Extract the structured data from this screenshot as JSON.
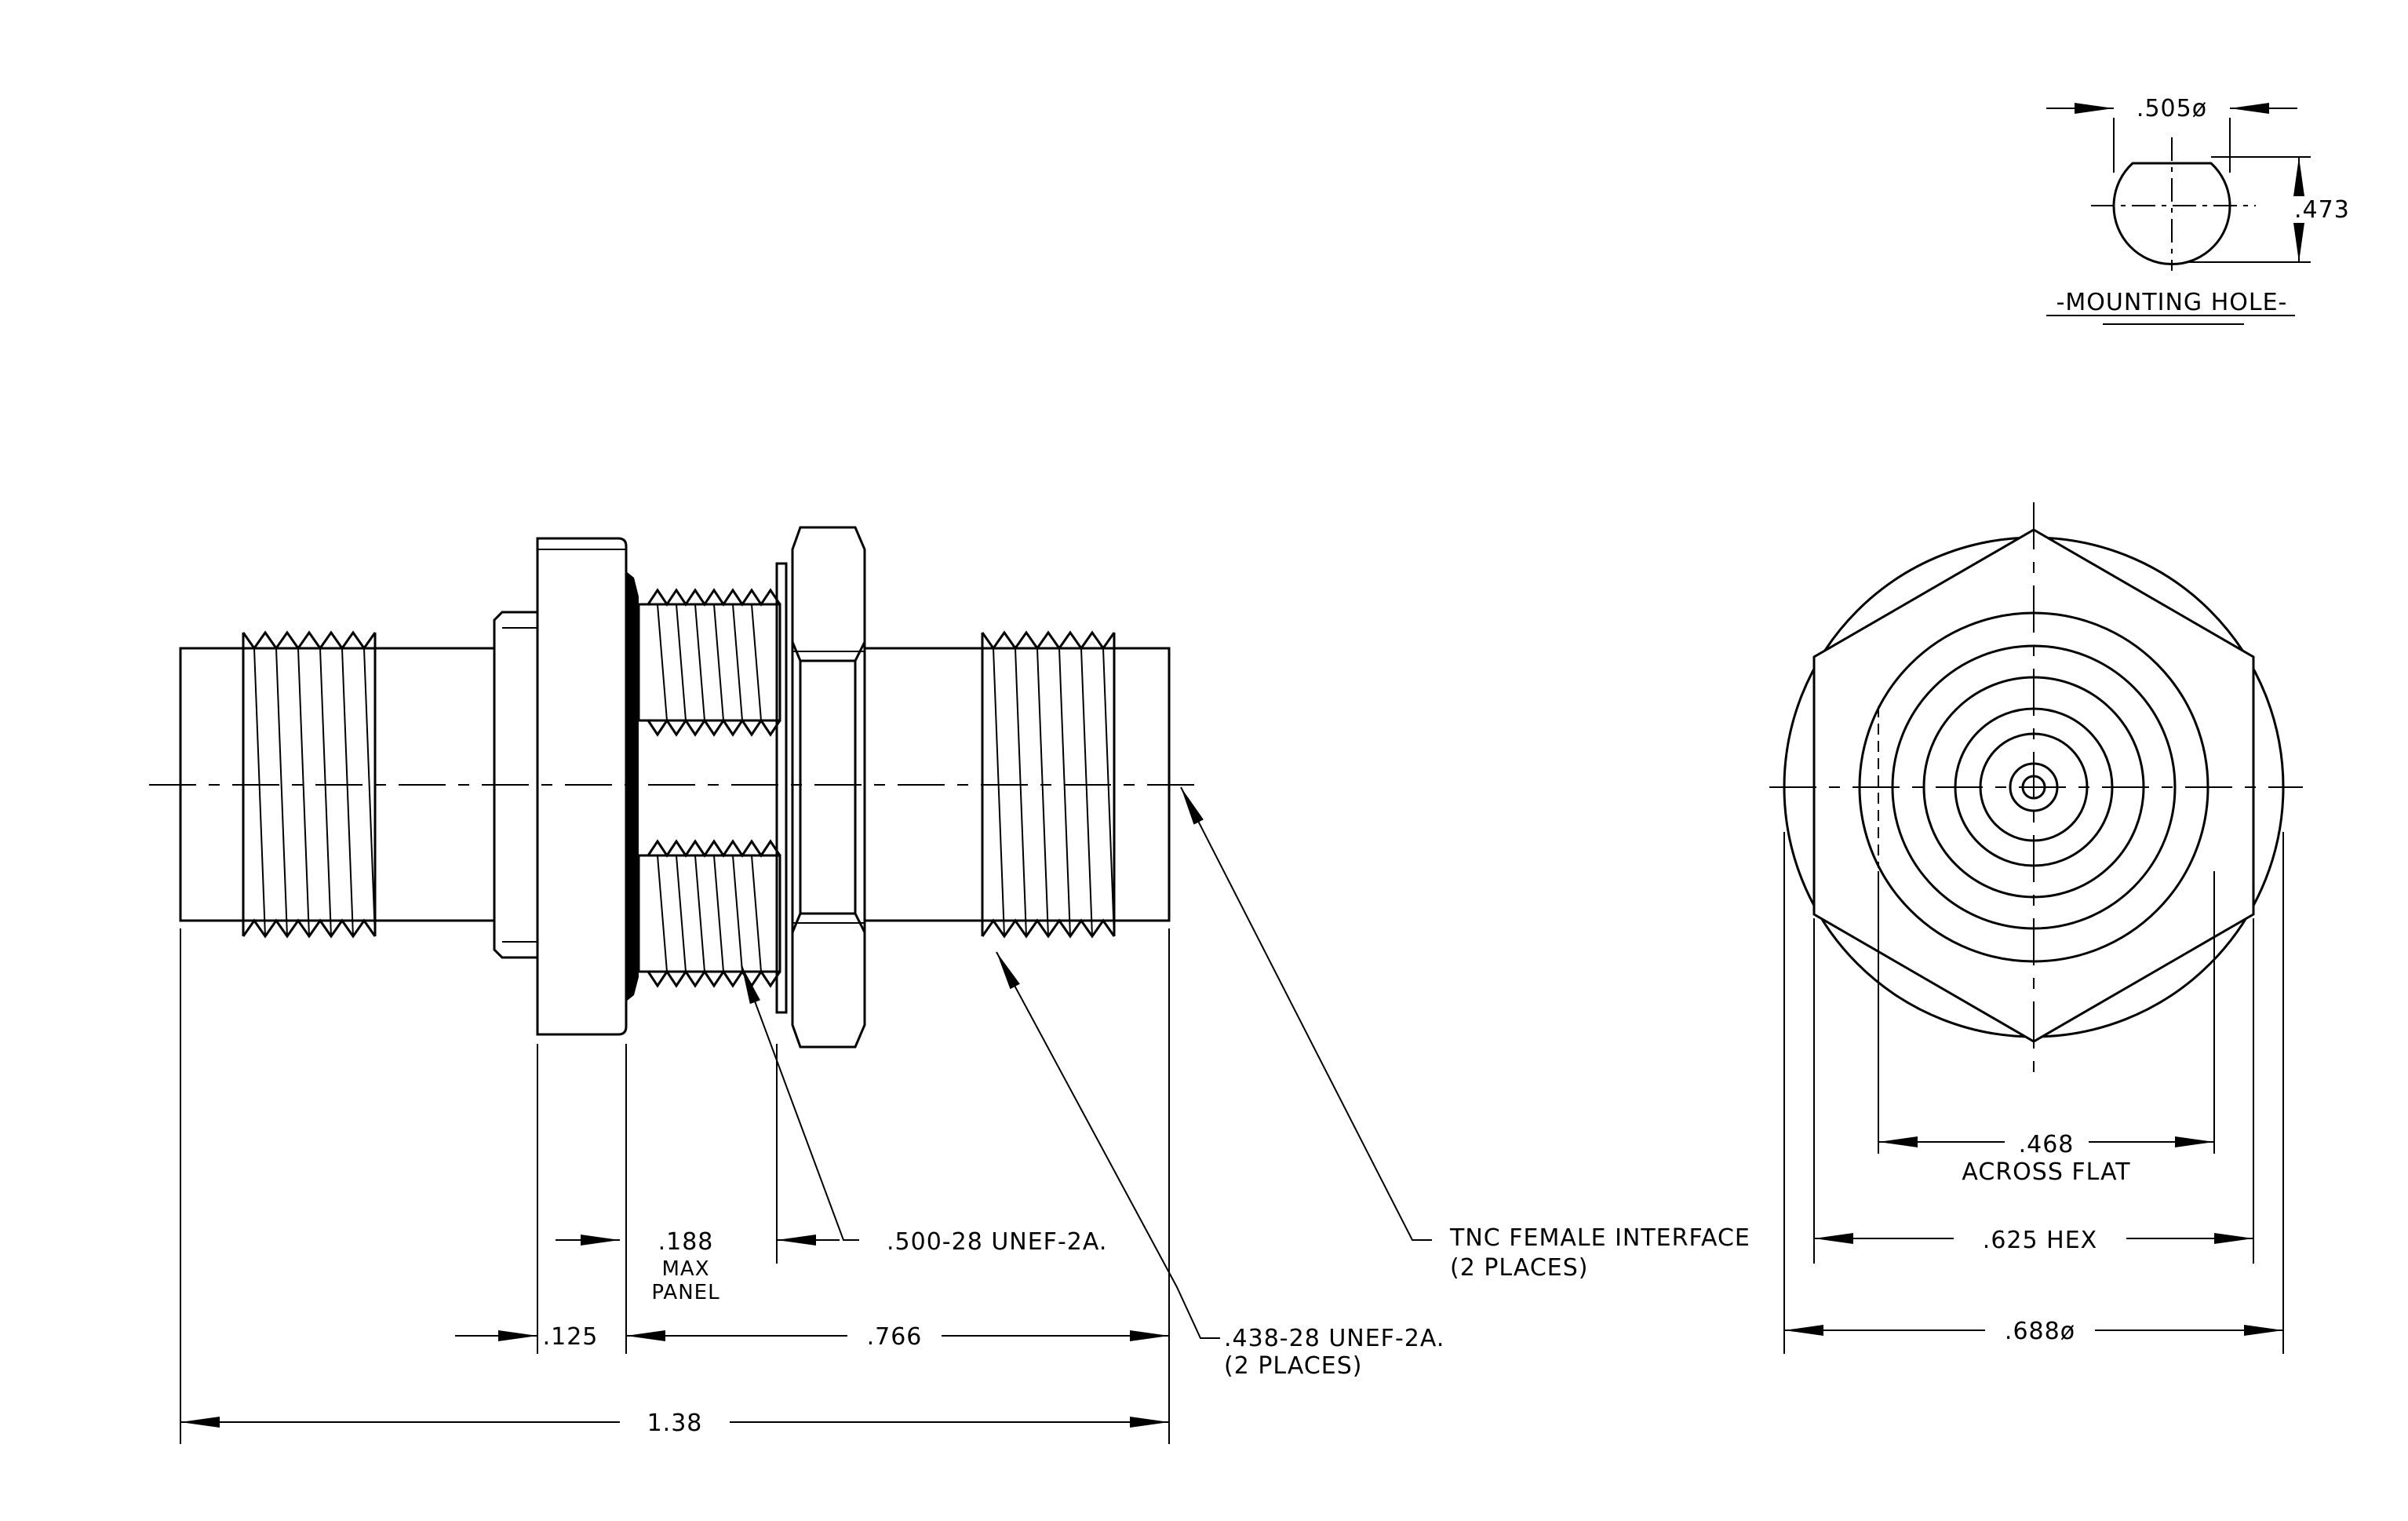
{
  "mounting_hole": {
    "title": "-MOUNTING HOLE-",
    "diameter": ".505ø",
    "flat": ".473"
  },
  "side_view": {
    "dims": {
      "overall": "1.38",
      "flange": ".125",
      "body": ".766",
      "panel_value": ".188",
      "panel_line1": "MAX",
      "panel_line2": "PANEL"
    },
    "callouts": {
      "thread_500_line1": ".500-28 UNEF-2A.",
      "tnc_line1": "TNC FEMALE INTERFACE",
      "tnc_line2": "(2 PLACES)",
      "thread_438_line1": ".438-28 UNEF-2A.",
      "thread_438_line2": "(2 PLACES)"
    }
  },
  "end_view": {
    "across_flat_value": ".468",
    "across_flat_label": "ACROSS FLAT",
    "hex": ".625 HEX",
    "diameter": ".688ø"
  }
}
